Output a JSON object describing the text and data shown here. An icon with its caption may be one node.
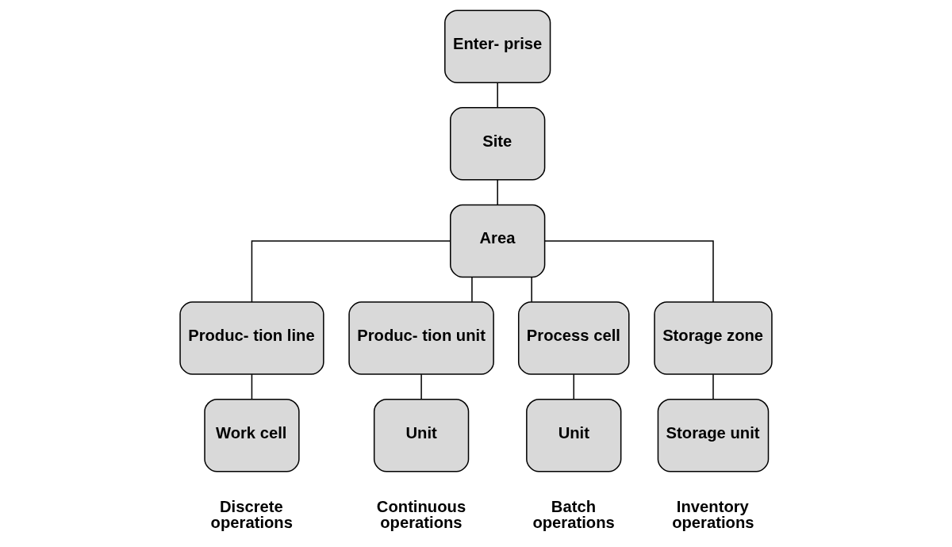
{
  "diagram": {
    "nodes": [
      {
        "text": [
          "Enter- prise"
        ]
      },
      {
        "text": [
          "Site"
        ]
      },
      {
        "text": [
          "Area"
        ]
      },
      {
        "text": [
          "Produc- tion line"
        ]
      },
      {
        "text": [
          "Produc- tion unit"
        ]
      },
      {
        "text": [
          "Process cell"
        ]
      },
      {
        "text": [
          "Storage zone"
        ]
      },
      {
        "text": [
          "Work cell"
        ]
      },
      {
        "text": [
          "Unit"
        ]
      },
      {
        "text": [
          "Unit"
        ]
      },
      {
        "text": [
          "Storage unit"
        ]
      }
    ],
    "edges": [
      {
        "from": 0,
        "to": 1,
        "arrow": "none"
      },
      {
        "from": 1,
        "to": 2,
        "arrow": "none"
      },
      {
        "from": 2,
        "to": 3,
        "arrow": "none"
      },
      {
        "from": 2,
        "to": 4,
        "arrow": "none"
      },
      {
        "from": 2,
        "to": 5,
        "arrow": "none"
      },
      {
        "from": 2,
        "to": 6,
        "arrow": "none"
      },
      {
        "from": 3,
        "to": 7,
        "arrow": "none"
      },
      {
        "from": 4,
        "to": 8,
        "arrow": "none"
      },
      {
        "from": 5,
        "to": 9,
        "arrow": "none"
      },
      {
        "from": 6,
        "to": 10,
        "arrow": "none"
      }
    ],
    "labels": [
      "Discrete operations",
      "Continuous operations",
      "Batch operations",
      "Inventory operations"
    ]
  }
}
